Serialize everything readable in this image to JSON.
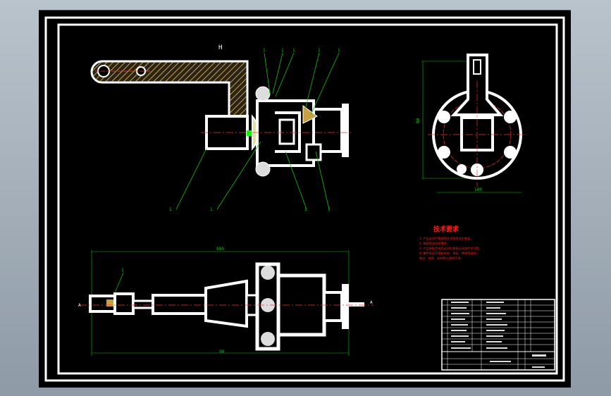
{
  "drawing": {
    "view_label": "H",
    "part_numbers": [
      "1",
      "1",
      "1",
      "1",
      "1",
      "1",
      "1",
      "1",
      "1",
      "1"
    ],
    "dimensions": {
      "top_width": "800",
      "bottom_width": "90",
      "circle_height": "90",
      "circle_width": "100"
    },
    "section_marks": {
      "left": "A",
      "right": "A"
    },
    "notes": {
      "title": "技术要求",
      "lines": [
        "1. 产品必须严格按照技术图纸加工制造。",
        "2. 装配前清洗各零件。",
        "3. 产品装配完成后必须检查各运动部件灵活性。",
        "4. 零件表面不得有毛刺、划伤、锈蚀等缺陷，",
        "   棱边、锐角、毛刺等应清除干净。"
      ]
    },
    "colors": {
      "background": "#000000",
      "outline": "#ffffff",
      "dimension": "#00ff00",
      "leader": "#00cc00",
      "centerline": "#ff3030",
      "notes": "#ff2020",
      "hatch": "#c8a040"
    }
  }
}
